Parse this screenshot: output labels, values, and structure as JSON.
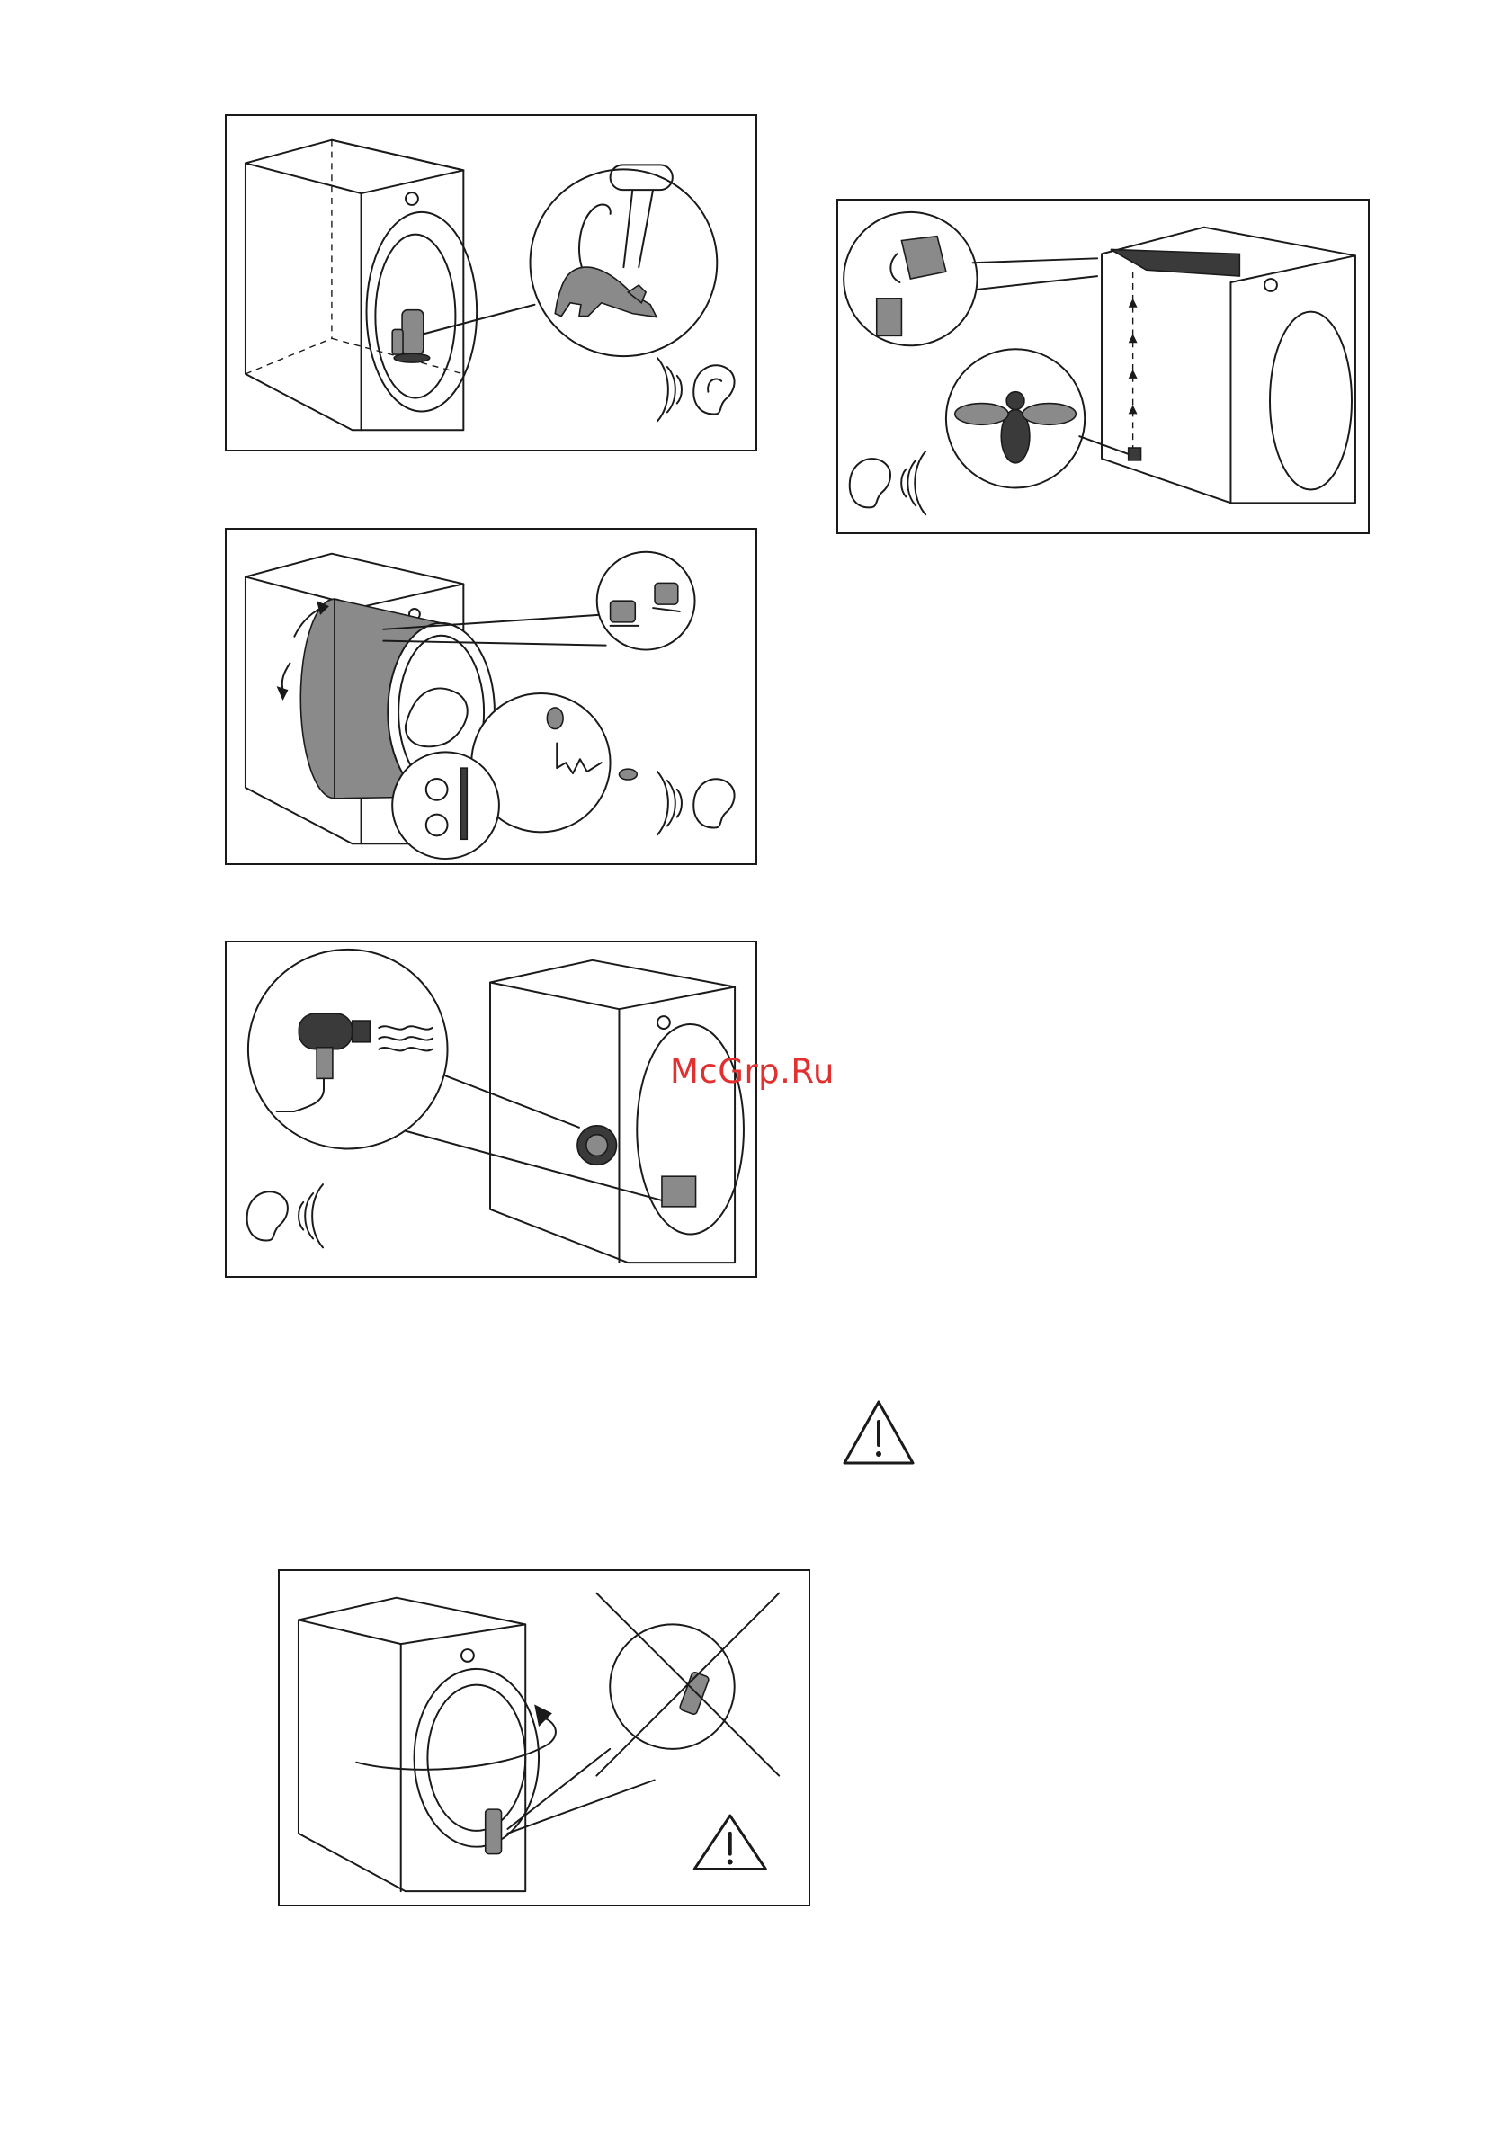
{
  "watermark": {
    "text": "McGrp.Ru",
    "color": "#e03030"
  },
  "figures": [
    {
      "id": "compressor-noise",
      "icons": [
        "dryer-icon",
        "compressor-icon",
        "cat-icon",
        "ear-icon",
        "sound-waves-icon"
      ]
    },
    {
      "id": "drum-noise",
      "icons": [
        "dryer-icon",
        "drum-icon",
        "rotation-arrows-icon",
        "rollerblades-icon",
        "buttons-icon",
        "zipper-icon",
        "coin-icon",
        "ear-icon",
        "sound-waves-icon"
      ]
    },
    {
      "id": "fan-noise",
      "icons": [
        "hair-dryer-icon",
        "dryer-icon",
        "fan-icon",
        "ear-icon",
        "sound-waves-icon"
      ]
    },
    {
      "id": "water-pump-noise",
      "icons": [
        "water-jug-icon",
        "glass-icon",
        "water-container-icon",
        "dryer-icon",
        "bee-icon",
        "ear-icon",
        "sound-waves-icon"
      ]
    },
    {
      "id": "door-handle-warning",
      "icons": [
        "dryer-icon",
        "rotation-arrow-icon",
        "cross-icon",
        "warning-icon"
      ]
    }
  ],
  "warning_symbol": {
    "icon": "warning-icon"
  },
  "colors": {
    "line": "#1a1a1a",
    "fill_gray": "#8a8a8a",
    "fill_dark": "#3a3a3a"
  }
}
